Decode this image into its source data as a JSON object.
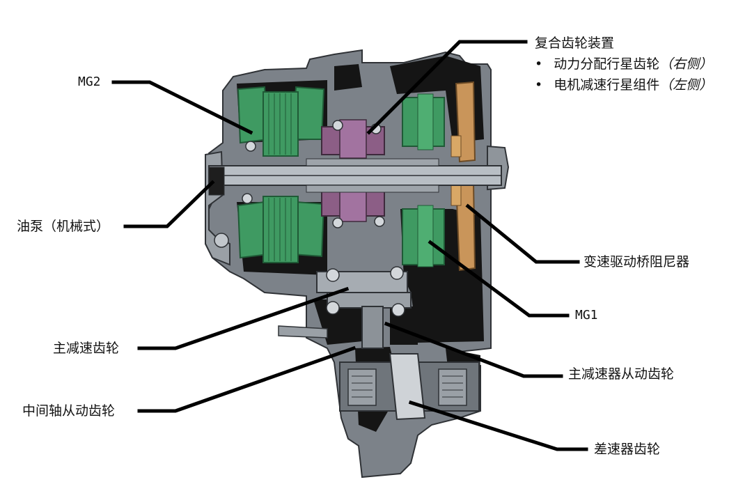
{
  "labels": {
    "mg2": "MG2",
    "oil_pump": "油泵（机械式）",
    "final_drive_gear": "主减速齿轮",
    "countershaft_driven_gear": "中间轴从动齿轮",
    "compound_gear_unit": {
      "title": "复合齿轮装置",
      "items": [
        {
          "bullet": "•",
          "text": "动力分配行星齿轮",
          "note": "（右侧）"
        },
        {
          "bullet": "•",
          "text": "电机减速行星组件",
          "note": "（左侧）"
        }
      ]
    },
    "transaxle_damper": "变速驱动桥阻尼器",
    "mg1": "MG1",
    "final_driven_gear": "主减速器从动齿轮",
    "differential_gear": "差速器齿轮"
  },
  "colors": {
    "housing": "#7c8289",
    "housing_dark": "#3a3d42",
    "cavity": "#151515",
    "stator_green": "#3f9a62",
    "stator_green_dark": "#1f5a36",
    "planetary_purple": "#8c5e86",
    "damper_orange": "#c9955a",
    "shaft_gray": "#b8bec4",
    "leader_line": "#000000"
  }
}
